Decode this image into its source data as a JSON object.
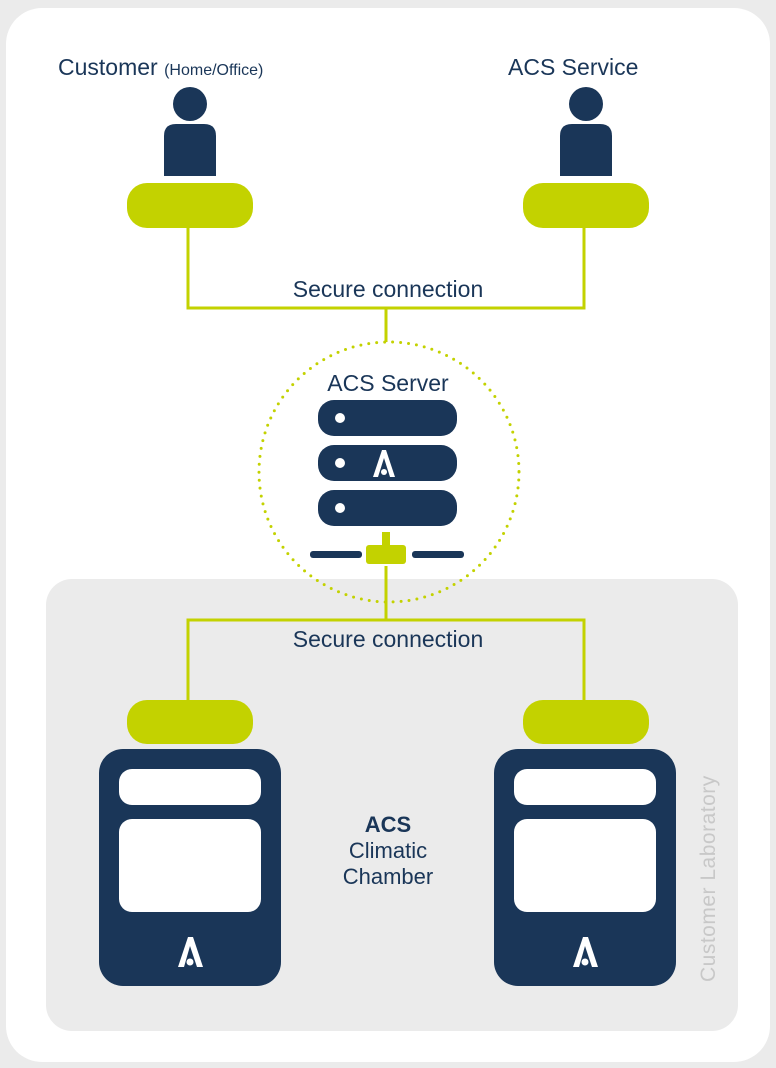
{
  "top": {
    "customer": {
      "main": "Customer",
      "sub": "(Home/Office)"
    },
    "service": "ACS Service"
  },
  "connections": {
    "top_label": "Secure connection",
    "bottom_label": "Secure connection"
  },
  "server": {
    "label": "ACS Server"
  },
  "lab": {
    "caption": "Customer Laboratory",
    "chamber": {
      "brand": "ACS",
      "line1": "Climatic",
      "line2": "Chamber"
    }
  },
  "colors": {
    "navy": "#1a3658",
    "lime": "#c3d200",
    "lab_bg": "#ebebeb",
    "caption": "#c8c8c8"
  },
  "icons": [
    "person-icon",
    "laptop-icon",
    "server-icon",
    "acs-logo-icon",
    "network-switch-icon",
    "climatic-chamber-icon"
  ]
}
